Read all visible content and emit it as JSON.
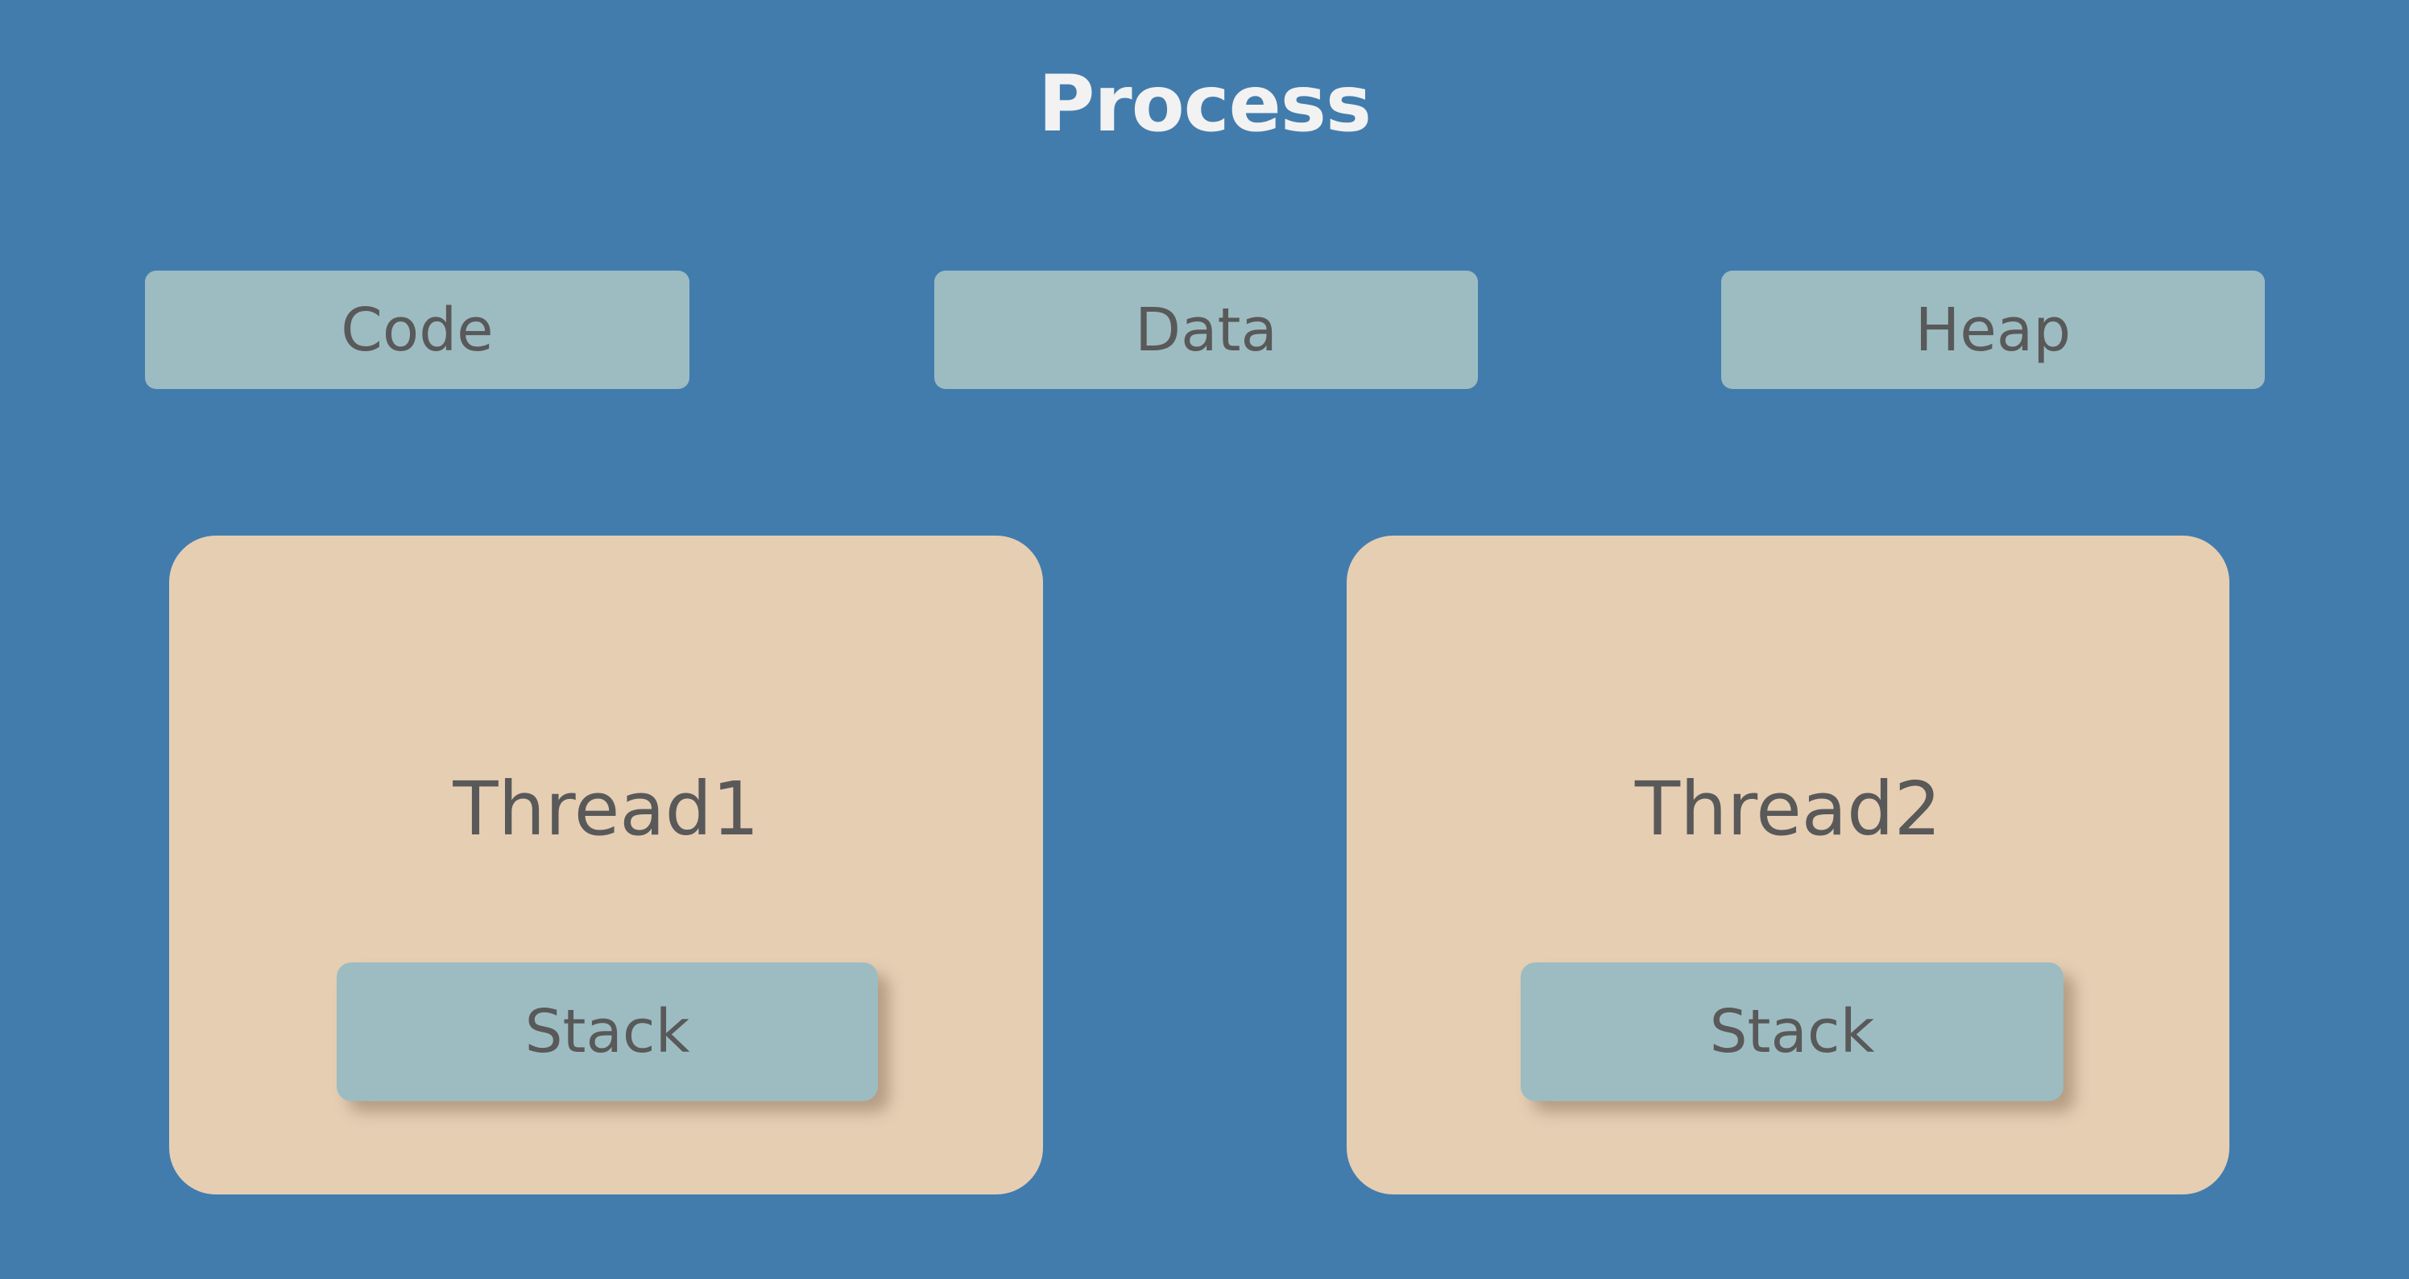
{
  "diagram": {
    "title": "Process",
    "colors": {
      "background": "#427cad",
      "segment_box": "#9cbcc2",
      "thread_card": "#e6ceb3",
      "stack_box": "#9cbcc2",
      "title_text": "#f2f2f2",
      "body_text": "#595959"
    },
    "segments": [
      {
        "label": "Code"
      },
      {
        "label": "Data"
      },
      {
        "label": "Heap"
      }
    ],
    "threads": [
      {
        "label": "Thread1",
        "stack_label": "Stack"
      },
      {
        "label": "Thread2",
        "stack_label": "Stack"
      }
    ]
  }
}
